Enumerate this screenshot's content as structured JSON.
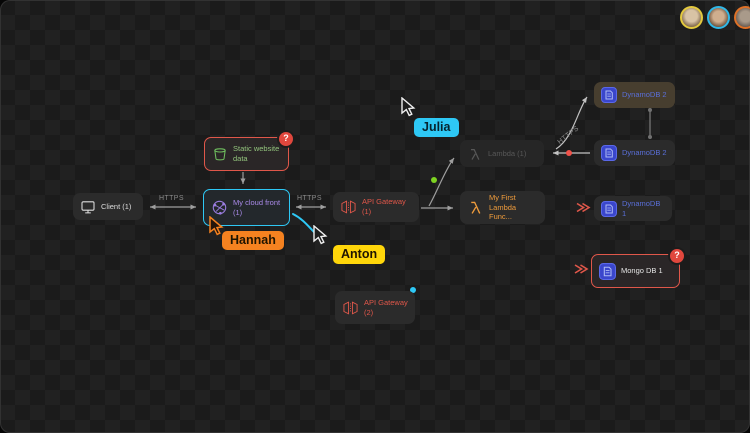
{
  "presence": {
    "avatars": [
      {
        "name": "avatar-yellow",
        "ring_color": "#e3c93e"
      },
      {
        "name": "avatar-cyan",
        "ring_color": "#30b8e8"
      },
      {
        "name": "avatar-orange",
        "ring_color": "#df7127"
      }
    ],
    "cursors": [
      {
        "label": "Julia",
        "color": "#2ec8f5"
      },
      {
        "label": "Anton",
        "color": "#ffd60a"
      },
      {
        "label": "Hannah",
        "color": "#f58220"
      }
    ]
  },
  "nodes": {
    "client": {
      "label": "Client (1)"
    },
    "static_website": {
      "line1": "Static website",
      "line2": "data",
      "badge": "?"
    },
    "cloudfront": {
      "line1": "My cloud front",
      "line2": "(1)"
    },
    "api_gateway_1": {
      "label": "API Gateway (1)"
    },
    "lambda_ghost": {
      "label": "Lambda (1)"
    },
    "my_first_lambda": {
      "line1": "My First",
      "line2": "Lambda Func..."
    },
    "dynamodb_2a": {
      "label": "DynamoDB 2"
    },
    "dynamodb_2b": {
      "label": "DynamoDB 2"
    },
    "dynamodb_1": {
      "label": "DynamoDB 1"
    },
    "mongo_db_1": {
      "label": "Mongo DB 1",
      "badge": "?"
    },
    "api_gateway_2": {
      "line1": "API Gateway",
      "line2": "(2)"
    }
  },
  "edges": {
    "client_cloudfront_label": "HTTPS",
    "cloudfront_apigateway_label": "HTTPS",
    "lambda_dynamodb_label": "HTTPS"
  },
  "colors": {
    "canvas_bg": "#1c1c1c",
    "node_bg": "#2b2b2b",
    "selection_cyan": "#2ec8f5",
    "alert_red": "#e0473d",
    "status_green": "#7ed321",
    "s3_green": "#6fbf5f",
    "cloudfront_purple": "#9a7de0",
    "apigateway_red": "#e0574a",
    "lambda_orange": "#ef9c3c",
    "dynamodb_blue": "#5a6fd8",
    "hannah_orange": "#f58220",
    "anton_yellow": "#ffd60a",
    "julia_cyan": "#2ec8f5"
  }
}
